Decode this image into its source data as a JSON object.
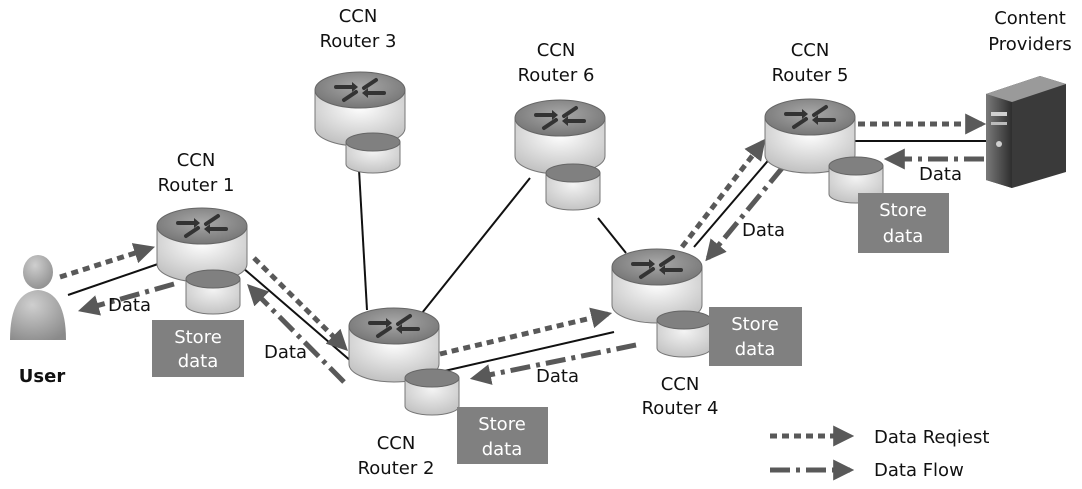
{
  "routers": {
    "r1": {
      "line1": "CCN",
      "line2": "Router 1"
    },
    "r2": {
      "line1": "CCN",
      "line2": "Router 2"
    },
    "r3": {
      "line1": "CCN",
      "line2": "Router 3"
    },
    "r4": {
      "line1": "CCN",
      "line2": "Router 4"
    },
    "r5": {
      "line1": "CCN",
      "line2": "Router 5"
    },
    "r6": {
      "line1": "CCN",
      "line2": "Router 6"
    }
  },
  "content_provider": {
    "line1": "Content",
    "line2": "Providers"
  },
  "user": {
    "label": "User"
  },
  "store": {
    "line1": "Store",
    "line2": "data"
  },
  "flow_labels": {
    "data": "Data"
  },
  "legend": {
    "request": "Data Reqiest",
    "flow": "Data Flow"
  },
  "colors": {
    "arrow": "#595959",
    "store_box": "#808080",
    "router_body": "#d9d9d9",
    "router_top": "#8c8c8c"
  }
}
